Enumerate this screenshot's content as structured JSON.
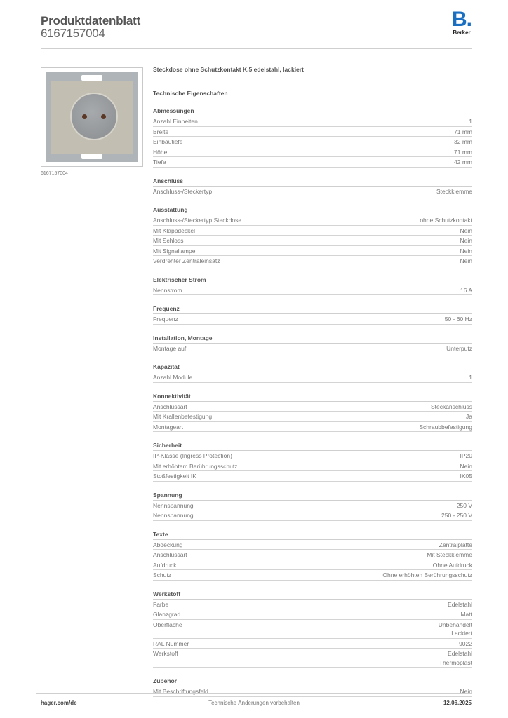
{
  "header": {
    "title": "Produktdatenblatt",
    "article_number": "6167157004",
    "logo": {
      "mark": "B.",
      "name": "Berker",
      "color": "#1a6fc1"
    }
  },
  "image": {
    "caption": "6167157004",
    "alt": "socket-outlet-image"
  },
  "product_name": "Steckdose ohne Schutzkontakt K.5 edelstahl, lackiert",
  "tech_title": "Technische Eigenschaften",
  "sections": [
    {
      "title": "Abmessungen",
      "rows": [
        {
          "label": "Anzahl Einheiten",
          "value": [
            "1"
          ]
        },
        {
          "label": "Breite",
          "value": [
            "71 mm"
          ]
        },
        {
          "label": "Einbautiefe",
          "value": [
            "32 mm"
          ]
        },
        {
          "label": "Höhe",
          "value": [
            "71 mm"
          ]
        },
        {
          "label": "Tiefe",
          "value": [
            "42 mm"
          ]
        }
      ]
    },
    {
      "title": "Anschluss",
      "rows": [
        {
          "label": "Anschluss-/Steckertyp",
          "value": [
            "Steckklemme"
          ]
        }
      ]
    },
    {
      "title": "Ausstattung",
      "rows": [
        {
          "label": "Anschluss-/Steckertyp Steckdose",
          "value": [
            "ohne Schutzkontakt"
          ]
        },
        {
          "label": "Mit Klappdeckel",
          "value": [
            "Nein"
          ]
        },
        {
          "label": "Mit Schloss",
          "value": [
            "Nein"
          ]
        },
        {
          "label": "Mit Signallampe",
          "value": [
            "Nein"
          ]
        },
        {
          "label": "Verdrehter Zentraleinsatz",
          "value": [
            "Nein"
          ]
        }
      ]
    },
    {
      "title": "Elektrischer Strom",
      "rows": [
        {
          "label": "Nennstrom",
          "value": [
            "16 A"
          ]
        }
      ]
    },
    {
      "title": "Frequenz",
      "rows": [
        {
          "label": "Frequenz",
          "value": [
            "50 - 60 Hz"
          ]
        }
      ]
    },
    {
      "title": "Installation, Montage",
      "rows": [
        {
          "label": "Montage auf",
          "value": [
            "Unterputz"
          ]
        }
      ]
    },
    {
      "title": "Kapazität",
      "rows": [
        {
          "label": "Anzahl Module",
          "value": [
            "1"
          ]
        }
      ]
    },
    {
      "title": "Konnektivität",
      "rows": [
        {
          "label": "Anschlussart",
          "value": [
            "Steckanschluss"
          ]
        },
        {
          "label": "Mit Krallenbefestigung",
          "value": [
            "Ja"
          ]
        },
        {
          "label": "Montageart",
          "value": [
            "Schraubbefestigung"
          ]
        }
      ]
    },
    {
      "title": "Sicherheit",
      "rows": [
        {
          "label": "IP-Klasse (Ingress Protection)",
          "value": [
            "IP20"
          ]
        },
        {
          "label": "Mit erhöhtem Berührungsschutz",
          "value": [
            "Nein"
          ]
        },
        {
          "label": "Stoßfestigkeit IK",
          "value": [
            "IK05"
          ]
        }
      ]
    },
    {
      "title": "Spannung",
      "rows": [
        {
          "label": "Nennspannung",
          "value": [
            "250 V"
          ]
        },
        {
          "label": "Nennspannung",
          "value": [
            "250 - 250 V"
          ]
        }
      ]
    },
    {
      "title": "Texte",
      "rows": [
        {
          "label": "Abdeckung",
          "value": [
            "Zentralplatte"
          ]
        },
        {
          "label": "Anschlussart",
          "value": [
            "Mit Steckklemme"
          ]
        },
        {
          "label": "Aufdruck",
          "value": [
            "Ohne Aufdruck"
          ]
        },
        {
          "label": "Schutz",
          "value": [
            "Ohne erhöhten Berührungsschutz"
          ]
        }
      ]
    },
    {
      "title": "Werkstoff",
      "rows": [
        {
          "label": "Farbe",
          "value": [
            "Edelstahl"
          ]
        },
        {
          "label": "Glanzgrad",
          "value": [
            "Matt"
          ]
        },
        {
          "label": "Oberfläche",
          "value": [
            "Unbehandelt",
            "Lackiert"
          ]
        },
        {
          "label": "RAL Nummer",
          "value": [
            "9022"
          ]
        },
        {
          "label": "Werkstoff",
          "value": [
            "Edelstahl",
            "Thermoplast"
          ]
        }
      ]
    },
    {
      "title": "Zubehör",
      "rows": [
        {
          "label": "Mit Beschriftungsfeld",
          "value": [
            "Nein"
          ]
        }
      ]
    }
  ],
  "footer": {
    "website": "hager.com/de",
    "disclaimer": "Technische Änderungen vorbehalten",
    "date": "12.06.2025"
  }
}
